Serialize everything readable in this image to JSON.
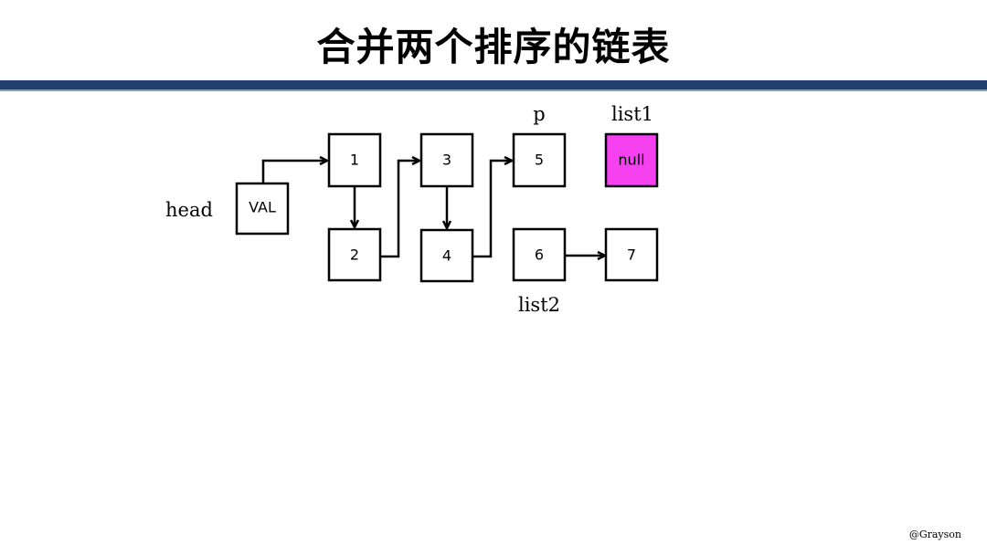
{
  "title": "合并两个排序的链表",
  "credit": "@Grayson",
  "nodes": {
    "head": "VAL",
    "n1": "1",
    "n2": "2",
    "n3": "3",
    "n4": "4",
    "n5": "5",
    "n6": "6",
    "n7": "7",
    "null": "null"
  },
  "labels": {
    "head": "head",
    "p": "p",
    "list1": "list1",
    "list2": "list2"
  },
  "colors": {
    "title_bar": "#213f6f",
    "null_node": "#f541f0"
  }
}
